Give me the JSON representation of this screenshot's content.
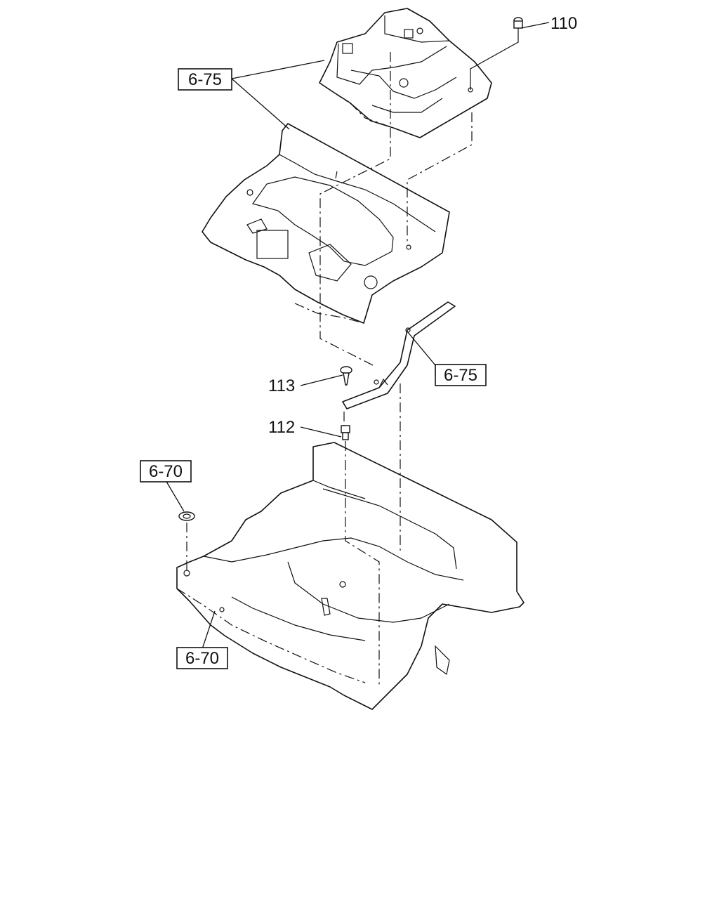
{
  "callouts": {
    "ref_6_75_top": "6-75",
    "ref_6_75_mid": "6-75",
    "ref_6_70_left": "6-70",
    "ref_6_70_bottom": "6-70",
    "part_110": "110",
    "part_113": "113",
    "part_112": "112"
  }
}
